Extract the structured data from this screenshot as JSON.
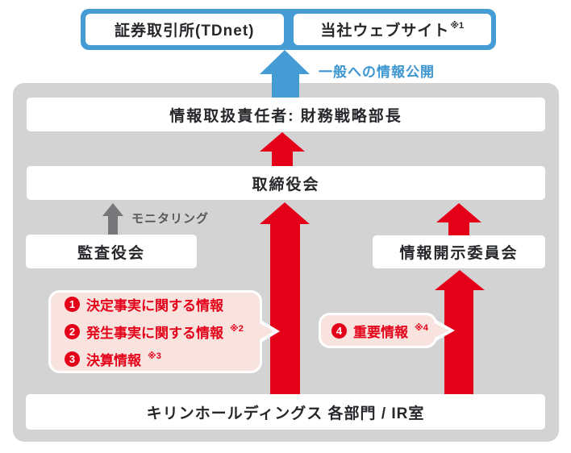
{
  "colors": {
    "brand_red": "#E50019",
    "brand_blue": "#459CD5",
    "panel_gray": "#D3D3D4",
    "callout_pink": "#F8E3DE",
    "arrow_gray": "#77777A"
  },
  "top": {
    "exchange_label": "証券取引所(TDnet)",
    "website_label": "当社ウェブサイト",
    "website_note": "※1",
    "public_arrow_label": "一般への情報公開"
  },
  "panel": {
    "officer_label": "情報取扱責任者: 財務戦略部長",
    "board_label": "取締役会",
    "monitoring_label": "モニタリング",
    "audit_label": "監査役会",
    "disclosure_committee_label": "情報開示委員会",
    "departments_label": "キリンホールディングス 各部門 / IR室"
  },
  "callouts": {
    "left": {
      "items": [
        {
          "num": "1",
          "text": "決定事実に関する情報",
          "note": ""
        },
        {
          "num": "2",
          "text": "発生事実に関する情報",
          "note": "※2"
        },
        {
          "num": "3",
          "text": "決算情報",
          "note": "※3"
        }
      ]
    },
    "right": {
      "items": [
        {
          "num": "4",
          "text": "重要情報",
          "note": "※4"
        }
      ]
    }
  }
}
